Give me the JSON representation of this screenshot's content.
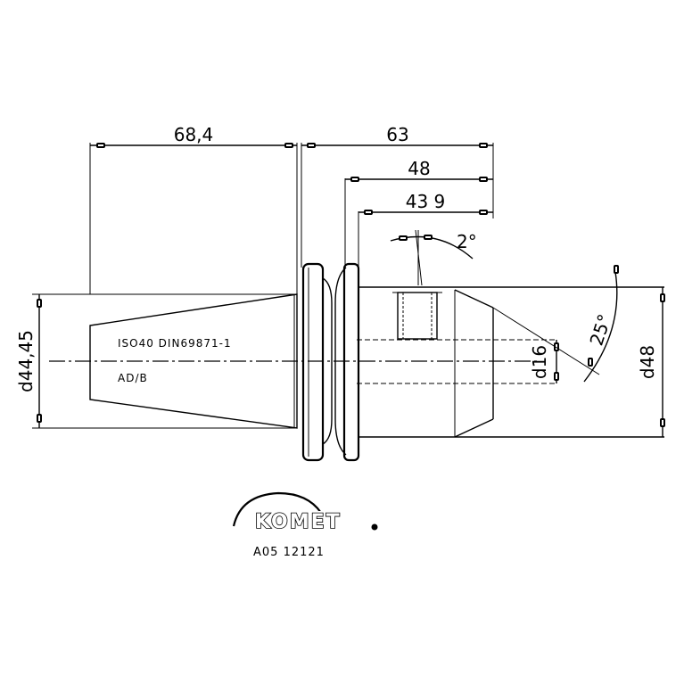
{
  "dimensions": {
    "d1": "68,4",
    "d2": "63",
    "d3": "48",
    "d4": "43 9",
    "angle_small": "2°",
    "angle_large": "25°",
    "dia_left": "d44,45",
    "dia_right": "d48",
    "dia_bore": "d16"
  },
  "labels": {
    "standard": "ISO40 DIN69871-1",
    "form": "AD/B"
  },
  "brand": {
    "name": "KOMET",
    "code": "A05 12121"
  }
}
